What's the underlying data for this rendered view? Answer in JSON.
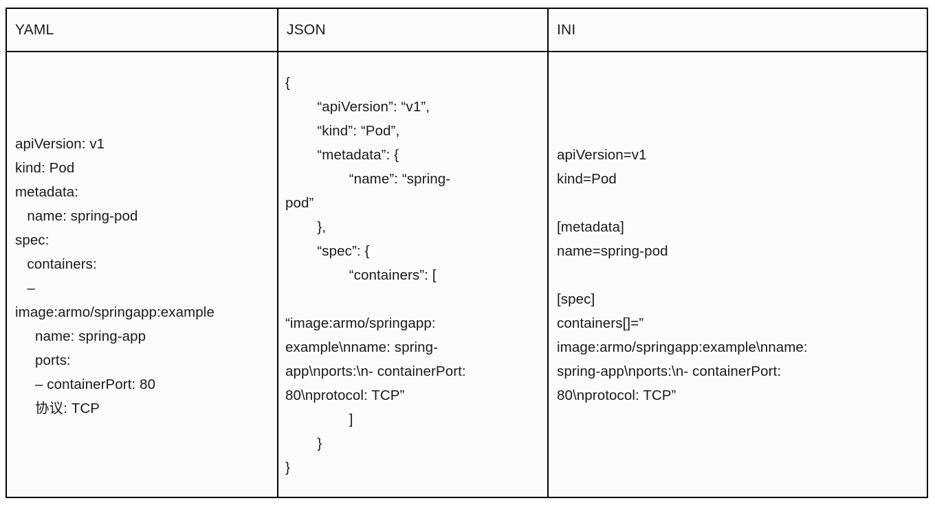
{
  "table": {
    "columns": [
      {
        "id": "yaml",
        "header": "YAML"
      },
      {
        "id": "json",
        "header": "JSON"
      },
      {
        "id": "ini",
        "header": "INI"
      }
    ],
    "cells": {
      "yaml": "apiVersion: v1\nkind: Pod\nmetadata:\n   name: spring-pod\nspec:\n   containers:\n   –\nimage:armo/springapp:example\n     name: spring-app\n     ports:\n     – containerPort: 80\n     协议: TCP",
      "json": "{\n        “apiVersion”: “v1”,\n        “kind”: “Pod”,\n        “metadata”: {\n                “name”: “spring-\npod”\n        },\n        “spec”: {\n                “containers”: [\n\n“image:armo/springapp:\nexample\\nname: spring-\napp\\nports:\\n- containerPort:\n80\\nprotocol: TCP”\n                ]\n        }\n}",
      "ini": "apiVersion=v1\nkind=Pod\n\n[metadata]\nname=spring-pod\n\n[spec]\ncontainers[]=”\nimage:armo/springapp:example\\nname:\nspring-app\\nports:\\n- containerPort:\n80\\nprotocol: TCP”"
    }
  },
  "colors": {
    "border": "#000000",
    "background": "#fbfbfb",
    "text": "#1a1a1a"
  }
}
